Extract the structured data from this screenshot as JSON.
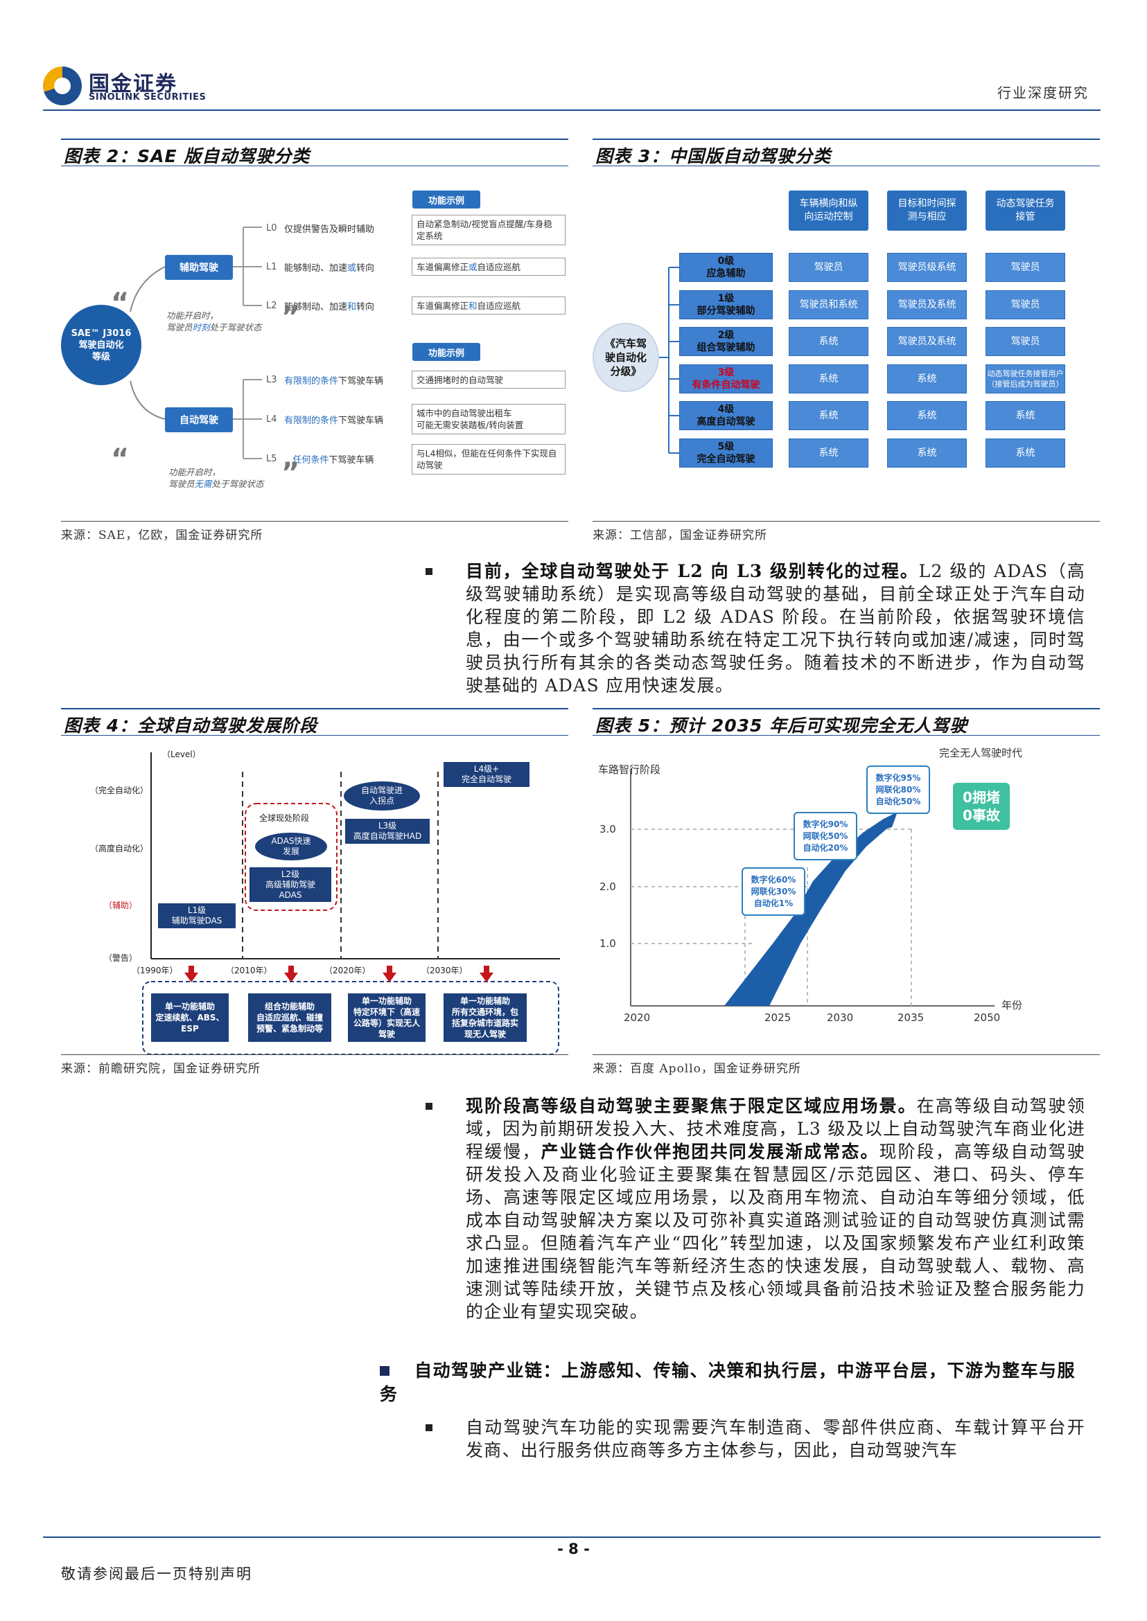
{
  "header": {
    "logo_cn": "国金证券",
    "logo_en": "SINOLINK SECURITIES",
    "report_type": "行业深度研究"
  },
  "fig2": {
    "title": "图表 2：SAE 版自动驾驶分类",
    "center": "SAE™ J3016\n驾驶自动化\n等级",
    "assist_label": "辅助驾驶",
    "auto_label": "自动驾驶",
    "examples_label_1": "功能示例",
    "examples_label_2": "功能示例",
    "levels": [
      {
        "code": "L0",
        "pre": "仅提供警告及瞬时辅助",
        "hl": "",
        "post": "",
        "example": "自动紧急制动/视觉盲点提醒/车身稳定系统"
      },
      {
        "code": "L1",
        "pre": "能够制动、加速",
        "hl": "或",
        "post": "转向",
        "example_pre": "车道偏离修正",
        "example_hl": "或",
        "example_post": "自适应巡航"
      },
      {
        "code": "L2",
        "pre": "能够制动、加速",
        "hl": "和",
        "post": "转向",
        "example_pre": "车道偏离修正",
        "example_hl": "和",
        "example_post": "自适应巡航"
      },
      {
        "code": "L3",
        "pre": "",
        "hl": "有限制的条件",
        "post": "下驾驶车辆",
        "example": "交通拥堵时的自动驾驶"
      },
      {
        "code": "L4",
        "pre": "",
        "hl": "有限制的条件",
        "post": "下驾驶车辆",
        "example": "城市中的自动驾驶出租车\n可能无需安装踏板/转向装置"
      },
      {
        "code": "L5",
        "pre": "",
        "hl": "任何条件",
        "post": "下驾驶车辆",
        "example": "与L4相似，但能在任何条件下实现自动驾驶"
      }
    ],
    "note1_a": "功能开启时，",
    "note1_b_pre": "驾驶员",
    "note1_b_hl": "时刻",
    "note1_b_post": "处于驾驶状态",
    "note2_a": "功能开启时，",
    "note2_b_pre": "驾驶员",
    "note2_b_hl": "无需",
    "note2_b_post": "处于驾驶状态",
    "source": "来源：SAE，亿欧，国金证券研究所"
  },
  "fig3": {
    "title": "图表 3：中国版自动驾驶分类",
    "center": "《汽车驾\n驶自动化\n分级》",
    "headers": [
      "车辆横向和纵\n向运动控制",
      "目标和时间探\n测与相应",
      "动态驾驶任务\n接管"
    ],
    "rows": [
      {
        "level": "0级",
        "name": "应急辅助",
        "cells": [
          "驾驶员",
          "驾驶员级系统",
          "驾驶员"
        ]
      },
      {
        "level": "1级",
        "name": "部分驾驶辅助",
        "cells": [
          "驾驶员和系统",
          "驾驶员及系统",
          "驾驶员"
        ]
      },
      {
        "level": "2级",
        "name": "组合驾驶辅助",
        "cells": [
          "系统",
          "驾驶员及系统",
          "驾驶员"
        ]
      },
      {
        "level": "3级",
        "name": "有条件自动驾驶",
        "cells": [
          "系统",
          "系统",
          "动态驾驶任务接管用户\n（接管后成为驾驶员）"
        ]
      },
      {
        "level": "4级",
        "name": "高度自动驾驶",
        "cells": [
          "系统",
          "系统",
          "系统"
        ]
      },
      {
        "level": "5级",
        "name": "完全自动驾驶",
        "cells": [
          "系统",
          "系统",
          "系统"
        ]
      }
    ],
    "source": "来源：工信部，国金证券研究所"
  },
  "para1": {
    "bold": "目前，全球自动驾驶处于 L2 向 L3 级别转化的过程。",
    "text": "L2 级的 ADAS（高级驾驶辅助系统）是实现高等级自动驾驶的基础，目前全球正处于汽车自动化程度的第二阶段，即 L2 级 ADAS 阶段。在当前阶段，依据驾驶环境信息，由一个或多个驾驶辅助系统在特定工况下执行转向或加速/减速，同时驾驶员执行所有其余的各类动态驾驶任务。随着技术的不断进步，作为自动驾驶基础的 ADAS 应用快速发展。"
  },
  "fig4": {
    "title": "图表 4：全球自动驾驶发展阶段",
    "y_title": "（Level）",
    "y_levels": [
      "（完全自动化）",
      "（高度自动化）",
      "（辅助）",
      "（警告）"
    ],
    "x_years": [
      "（1990年）",
      "（2010年）",
      "（2020年）",
      "（2030年）"
    ],
    "stage_l1": "L1级\n辅助驾驶DAS",
    "current_label": "全球现处阶段",
    "adas_bubble": "ADAS快速\n发展",
    "stage_l2": "L2级\n高级辅助驾驶\nADAS",
    "enter_bubble": "自动驾驶进\n入拐点",
    "stage_l3": "L3级\n高度自动驾驶HAD",
    "stage_l4": "L4级+\n完全自动驾驶",
    "bottom": [
      "单一功能辅助\n定速续航、ABS、\nESP",
      "组合功能辅助\n自适应巡航、碰撞\n预警、紧急制动等",
      "单一功能辅助\n特定环境下（高速\n公路等）实现无人\n驾驶",
      "单一功能辅助\n所有交通环境，包\n括复杂城市道路实\n现无人驾驶"
    ],
    "source": "来源：前瞻研究院，国金证券研究所"
  },
  "fig5": {
    "title": "图表 5：预计 2035 年后可实现完全无人驾驶",
    "y_title": "车路智行阶段",
    "x_title": "年份",
    "top_label": "完全无人驾驶时代",
    "y_ticks": [
      "3.0",
      "2.0",
      "1.0"
    ],
    "x_ticks": [
      "2020",
      "2025",
      "2030",
      "2035",
      "2050"
    ],
    "callouts": [
      "数字化60%\n网联化30%\n自动化1%",
      "数字化90%\n网联化50%\n自动化20%",
      "数字化95%\n网联化80%\n自动化50%"
    ],
    "goal": "0拥堵\n0事故",
    "colors": {
      "area": "#1d5ea8",
      "callout": "#2a7fbf",
      "goal": "#3fc0a0"
    },
    "source": "来源：百度 Apollo，国金证券研究所"
  },
  "para2": {
    "bold1": "现阶段高等级自动驾驶主要聚焦于限定区域应用场景。",
    "text1": "在高等级自动驾驶领域，因为前期研发投入大、技术难度高，L3 级及以上自动驾驶汽车商业化进程缓慢，",
    "bold2": "产业链合作伙伴抱团共同发展渐成常态。",
    "text2": "现阶段，高等级自动驾驶研发投入及商业化验证主要聚集在智慧园区/示范园区、港口、码头、停车场、高速等限定区域应用场景，以及商用车物流、自动泊车等细分领域，低成本自动驾驶解决方案以及可弥补真实道路测试验证的自动驾驶仿真测试需求凸显。但随着汽车产业“四化”转型加速，以及国家频繁发布产业红利政策加速推进围绕智能汽车等新经济生态的快速发展，自动驾驶载人、载物、高速测试等陆续开放，关键节点及核心领域具备前沿技术验证及整合服务能力的企业有望实现突破。"
  },
  "section": {
    "heading": "自动驾驶产业链：上游感知、传输、决策和执行层，中游平台层，下游为整车与服务"
  },
  "para3": {
    "text": "自动驾驶汽车功能的实现需要汽车制造商、零部件供应商、车载计算平台开发商、出行服务供应商等多方主体参与，因此，自动驾驶汽车"
  },
  "footer": {
    "page": "- 8 -",
    "note": "敬请参阅最后一页特别声明"
  }
}
